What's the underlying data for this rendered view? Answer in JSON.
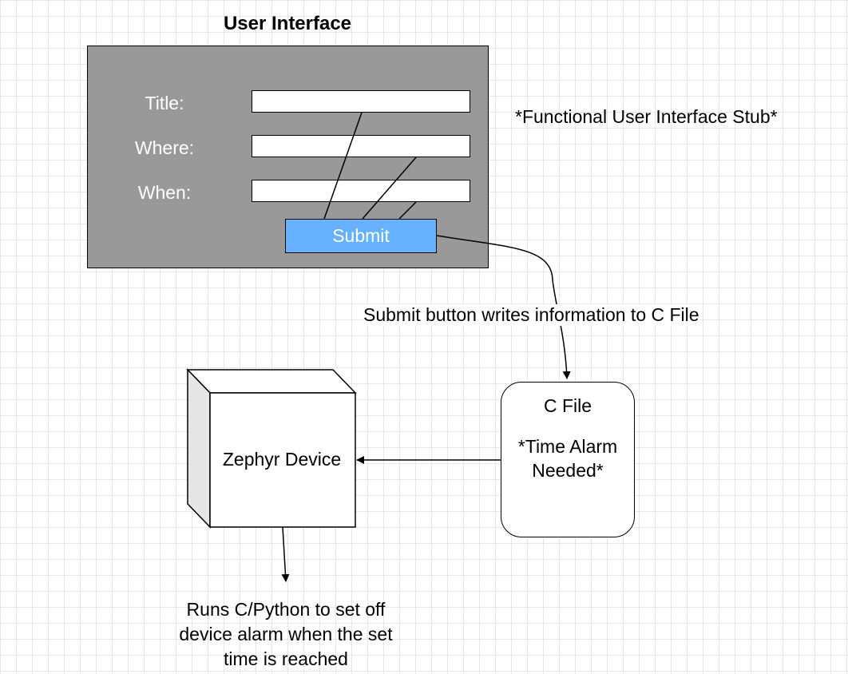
{
  "ui": {
    "title": "User Interface",
    "fields": [
      {
        "label": "Title:",
        "value": ""
      },
      {
        "label": "Where:",
        "value": ""
      },
      {
        "label": "When:",
        "value": ""
      }
    ],
    "submit_label": "Submit",
    "panel_color": "#999999",
    "button_color": "#66b2ff"
  },
  "stub_note": "*Functional User Interface Stub*",
  "edge_label": "Submit button writes information to C File",
  "c_file": {
    "title": "C File",
    "note": "*Time Alarm Needed*"
  },
  "device": {
    "label": "Zephyr Device"
  },
  "device_output_note": "Runs C/Python to set off device alarm when the set time is reached"
}
